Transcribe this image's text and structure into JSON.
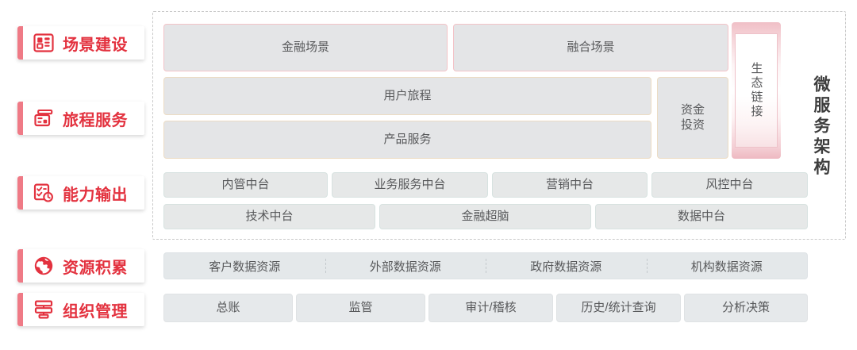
{
  "diagram": {
    "title_vertical": "微服务架构",
    "rail": [
      {
        "label": "场景建设",
        "icon": "dashboard-layout-icon"
      },
      {
        "label": "旅程服务",
        "icon": "card-stack-icon"
      },
      {
        "label": "能力输出",
        "icon": "checklist-clock-icon"
      },
      {
        "label": "资源积累",
        "icon": "globe-icon"
      },
      {
        "label": "组织管理",
        "icon": "org-chart-icon"
      }
    ],
    "scene_row": [
      {
        "label": "金融场景"
      },
      {
        "label": "融合场景"
      }
    ],
    "journey_rows": [
      {
        "label": "用户旅程"
      },
      {
        "label": "产品服务"
      }
    ],
    "capital_box": {
      "label": "资金\n投资",
      "line1": "资金",
      "line2": "投资"
    },
    "eco_box": {
      "label": "生态链接"
    },
    "ability_row_1": [
      {
        "label": "内管中台"
      },
      {
        "label": "业务服务中台"
      },
      {
        "label": "营销中台"
      },
      {
        "label": "风控中台"
      }
    ],
    "ability_row_2": [
      {
        "label": "技术中台"
      },
      {
        "label": "金融超脑"
      },
      {
        "label": "数据中台"
      }
    ],
    "resource_row": [
      {
        "label": "客户数据资源"
      },
      {
        "label": "外部数据资源"
      },
      {
        "label": "政府数据资源"
      },
      {
        "label": "机构数据资源"
      }
    ],
    "org_row": [
      {
        "label": "总账"
      },
      {
        "label": "监管"
      },
      {
        "label": "审计/稽核"
      },
      {
        "label": "历史/统计查询"
      },
      {
        "label": "分析决策"
      }
    ],
    "colors": {
      "accent_red": "#e3323f",
      "rail_bar": "#ef7a86",
      "pink_border": "#f3c3c8",
      "tan_border": "#ecdcc4",
      "teal_border": "#d7e2e0",
      "cell_fill": "#e4e5e7",
      "text_gray": "#58595b"
    }
  }
}
